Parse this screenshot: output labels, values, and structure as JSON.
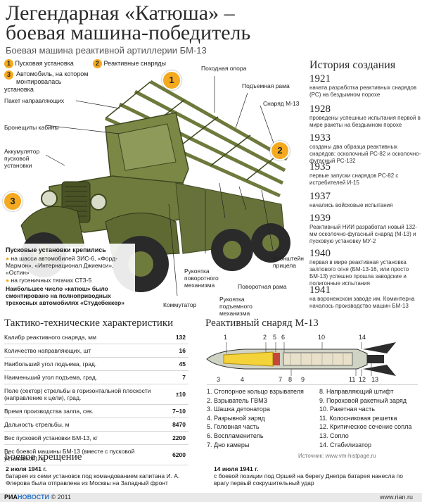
{
  "header": {
    "title_line1": "Легендарная «Катюша» –",
    "title_line2": "боевая машина-победитель",
    "subtitle": "Боевая машина реактивной артиллерии БМ-13"
  },
  "legend": [
    {
      "num": "1",
      "label": "Пусковая установка"
    },
    {
      "num": "2",
      "label": "Реактивные снаряды"
    },
    {
      "num": "3",
      "label": "Автомобиль, на котором монтировалась установка"
    }
  ],
  "callouts": {
    "guides_pack": "Пакет направляющих",
    "cab_armor": "Бронещиты кабины",
    "battery": "Аккумулятор пусковой установки",
    "march_support": "Походная опора",
    "lift_frame": "Подъемная рама",
    "rocket_m13": "Снаряд М-13",
    "turn_handle": "Рукоятка поворотного механизма",
    "lift_handle": "Рукоятка подъемного механизма",
    "turn_frame": "Поворотная рама",
    "sight_bracket": "Кронштейн прицела",
    "switch": "Коммутатор"
  },
  "chassis_note": {
    "heading": "Пусковые установки крепились",
    "items": [
      "на шасси автомобилей ЗИС-6, «Форд-Мармон», «Интернационал Джиемси», «Остин»",
      "на гусеничных тягачах СТЗ-5"
    ],
    "footer": "Наибольшее число «катюш» было смонтировано на полноприводных трехосных автомобилях «Студебеккер»"
  },
  "history": {
    "title": "История создания",
    "entries": [
      {
        "year": "1921",
        "text": "начата разработка реактивных снарядов (РС) на бездымном порохе"
      },
      {
        "year": "1928",
        "text": "проведены успешные испытания первой в мире ракеты на бездымном порохе"
      },
      {
        "year": "1933",
        "text": "созданы два образца реактивных снарядов: осколочный РС-82 и осколочно-фугасный РС-132"
      },
      {
        "year": "1935",
        "text": "первые запуски снарядов РС-82 с истребителей И-15"
      },
      {
        "year": "1937",
        "text": "начались войсковые испытания"
      },
      {
        "year": "1939",
        "text": "Реактивный НИИ разработал новый 132-мм осколочно-фугасный снаряд (М-13) и пусковую установку МУ-2"
      },
      {
        "year": "1940",
        "text": "первая в мире реактивная установка залпового огня (БМ-13-16, или просто БМ-13) успешно прошла заводские и полигонные испытания"
      },
      {
        "year": "1941",
        "text": "на воронежском заводе им. Коминтерна началось производство машин БМ-13"
      }
    ]
  },
  "specs": {
    "title": "Тактико-технические характеристики",
    "rows": [
      {
        "label": "Калибр реактивного снаряда, мм",
        "value": "132"
      },
      {
        "label": "Количество направляющих, шт",
        "value": "16"
      },
      {
        "label": "Наибольший угол подъема, град.",
        "value": "45"
      },
      {
        "label": "Наименьший угол подъема, град.",
        "value": "7"
      },
      {
        "label": "Поле (сектор) стрельбы в горизонтальной плоскости (направление к цели), град.",
        "value": "±10"
      },
      {
        "label": "Время производства залпа, сек.",
        "value": "7–10"
      },
      {
        "label": "Дальность стрельбы, м",
        "value": "8470"
      },
      {
        "label": "Вес пусковой установки БМ-13, кг",
        "value": "2200"
      },
      {
        "label": "Вес боевой машины БМ-13 (вместе с пусковой установкой), кг",
        "value": "6200"
      }
    ]
  },
  "rocket": {
    "title": "Реактивный снаряд М-13",
    "numbers": [
      "1",
      "2",
      "3",
      "4",
      "5",
      "6",
      "7",
      "8",
      "9",
      "10",
      "11",
      "12",
      "13",
      "14"
    ],
    "legend_left": [
      "1. Стопорное кольцо взрывателя",
      "2. Взрыватель ГВМЗ",
      "3. Шашка детонатора",
      "4. Разрывной заряд",
      "5. Головная часть",
      "6. Воспламенитель",
      "7. Дно камеры"
    ],
    "legend_right": [
      "8. Направляющий штифт",
      "9. Пороховой ракетный заряд",
      "10. Ракетная часть",
      "11. Колосниковая решетка",
      "12. Критическое сечение сопла",
      "13. Сопло",
      "14. Стабилизатор"
    ]
  },
  "source": "Источник: www.vm-histpage.ru",
  "baptism": {
    "title": "Боевое крещение",
    "left_date": "2 июля 1941 г.",
    "left_text": "батарея из семи установок под командованием капитана И. А. Флерова была отправлена из Москвы на Западный фронт",
    "right_date": "14 июля 1941 г.",
    "right_text": "с боевой позиции под Оршей на берегу Днепра батарея нанесла по врагу первый сокрушительный удар"
  },
  "footer": {
    "brand_ria": "РИА",
    "brand_novosti": "НОВОСТИ",
    "copyright": "© 2011",
    "site": "www.rian.ru"
  },
  "colors": {
    "accent": "#f4a91f",
    "truck": "#6f7b3d",
    "truck_dark": "#4a5326"
  }
}
